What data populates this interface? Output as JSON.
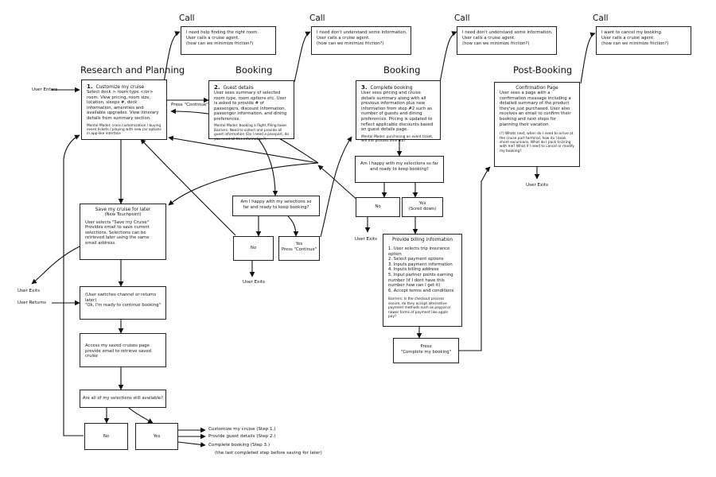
{
  "headings": {
    "research": "Research and Planning",
    "booking1": "Booking",
    "booking2": "Booking",
    "post": "Post-Booking",
    "call1": "Call",
    "call2": "Call",
    "call3": "Call",
    "call4": "Call"
  },
  "calls": [
    {
      "l1": "I need help finding the right room.",
      "l2": "User calls a cruise agent.",
      "l3": "(how can we minimize friction?)"
    },
    {
      "l1": "I need don't understand some information.",
      "l2": "User calls a cruise agent.",
      "l3": "(how can we minimize friction?)"
    },
    {
      "l1": "I need don't understand some information.",
      "l2": "User calls a cruise agent.",
      "l3": "(how can we minimize friction?)"
    },
    {
      "l1": "I want to cancel my booking.",
      "l2": "User calls a cruise agent.",
      "l3": "(how can we minimize friction?)"
    }
  ],
  "step1": {
    "num": "1.",
    "title": "Customize my cruise",
    "body": "Select deck > room type </or> room. View pricing, room size, location, sleeps #, deck information, amenities and available upgrades. View itinerary details from summary section.",
    "note": "Mental Model: cross customization / buying event tickets / playing with new car options in app-like interface"
  },
  "step2": {
    "num": "2.",
    "title": "Guest details",
    "body": "User sees summary of selected room type, room options etc. User is asked to provide # of passengers, discount information, passenger information, and dining preferences.",
    "note1": "Mental Model: booking a flight /filing taxes",
    "note2": "Barriers: Need to collect and provide all guest information (Do I need a passport, do you need all this information?)"
  },
  "step3": {
    "num": "3.",
    "title": "Complete booking",
    "body": "User sees pricing and cruise details summary along with all previous information plus new information from step #2 such as number of guests and dining preferences. Pricing is updated to reflect applicable discounts based on guest details page.",
    "note": "Mental Model: purchasing an event ticket, will this process time out?"
  },
  "confirm": {
    "title": "Confirmation Page",
    "body": "User sees a page with a confirmation message including a detailed summary of the product they've just purchased. User also receives an email to confirm their booking and next steps for planning their vacation.",
    "note": "(?) Whats next, when do I need to arrive at the cruise port terminal, how do I book shore excursions. What do I pack to bring with me? What if I need to cancel or modify my booking?"
  },
  "labels": {
    "user_enters": "User Enters",
    "press_continue": "Press \"Continue\"",
    "user_exits_post": "User Exits",
    "user_exits_mid": "User Exits",
    "user_exits_right": "User Exits",
    "user_exits_left": "User Exits",
    "user_returns": "User Returns"
  },
  "happy_mid": {
    "q": "Am I happy with my selections so far and ready to keep booking?",
    "no": "No",
    "yes1": "Yes",
    "yes2": "Press \"Continue\""
  },
  "happy_right": {
    "q": "Am I happy with my selections so far and ready to keep booking?",
    "no": "No",
    "yes1": "Yes",
    "yes2": "(Scroll down)"
  },
  "save": {
    "title": "Save my cruise for later",
    "sub": "(New Touchpoint)",
    "body": "User selects \"Save my Cruise\" Provides email to save current selections. Selections can be retrieved later using the same email address."
  },
  "billing": {
    "title": "Provide billing information",
    "steps": [
      "1. User selects trip insurance option",
      "2. Select payment options",
      "3. Inputs payment information",
      "4. Inputs billing address",
      "5. Input partner points earning number (if I dont have this number how can I get it)",
      "6. Accept terms and conditions"
    ],
    "note": "Barriers: Is the checkout process secure, do they accept alternative payment methods such as paypal or newer forms of payment like apple pay?"
  },
  "press_complete": {
    "l1": "Press",
    "l2": "\"Complete my booking\""
  },
  "switch": {
    "l1": "(User switches channel or returns later)",
    "l2": "\"Ok, I'm ready to continue booking\""
  },
  "access": {
    "title": "Access my saved cruises page",
    "body": "provide email to retrieve saved cruise"
  },
  "available": {
    "q": "Are all of my selections still available?",
    "no": "No",
    "yes": "Yes"
  },
  "outcomes": {
    "o1": "Customize my cruise (Step 1.)",
    "o2": "Provide guest details (Step 2.)",
    "o3": "Complete booking (Step 3.)",
    "o4": "(the last completed step before saving for later)"
  }
}
